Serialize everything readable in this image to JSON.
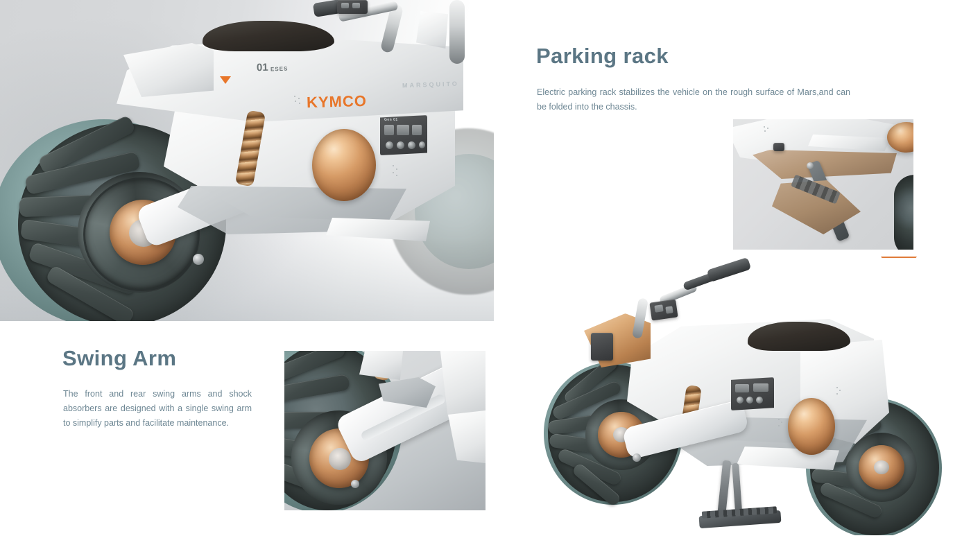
{
  "meta": {
    "page_background": "#ffffff",
    "heading_color": "#5b7684",
    "body_text_color": "#6e8794",
    "accent_orange": "#e07b39",
    "brand_orange": "#e8762a"
  },
  "sections": {
    "parking_rack": {
      "title": "Parking rack",
      "body": "Electric parking rack stabilizes the vehicle on the rough surface of Mars,and can be folded into the chassis."
    },
    "swing_arm": {
      "title": "Swing Arm",
      "body": "The front and rear swing arms and shock absorbers are designed with a single swing arm to simplify parts and facilitate maintenance."
    }
  },
  "hero": {
    "alt": "close-up render of white Mars rover motorcycle chassis with airless honeycomb wheel",
    "brand_label": "KYMCO",
    "model_label": "MARSQUITO",
    "unit_code": "01",
    "unit_suffix": "ESES",
    "console_label": "Gen 01"
  },
  "insets": {
    "parking_rack_photo_alt": "close-up of deployed bronze parking rack folded from chassis",
    "swing_arm_photo_alt": "close-up of white single swing arm with copper wheel hub and honeycomb tire"
  },
  "render": {
    "alt": "full side view of white Mars rover motorcycle with parking rack deployed"
  },
  "markers": {
    "hero_triangle": "triangle-down-marker",
    "rack_triangle": "triangle-down-marker"
  }
}
